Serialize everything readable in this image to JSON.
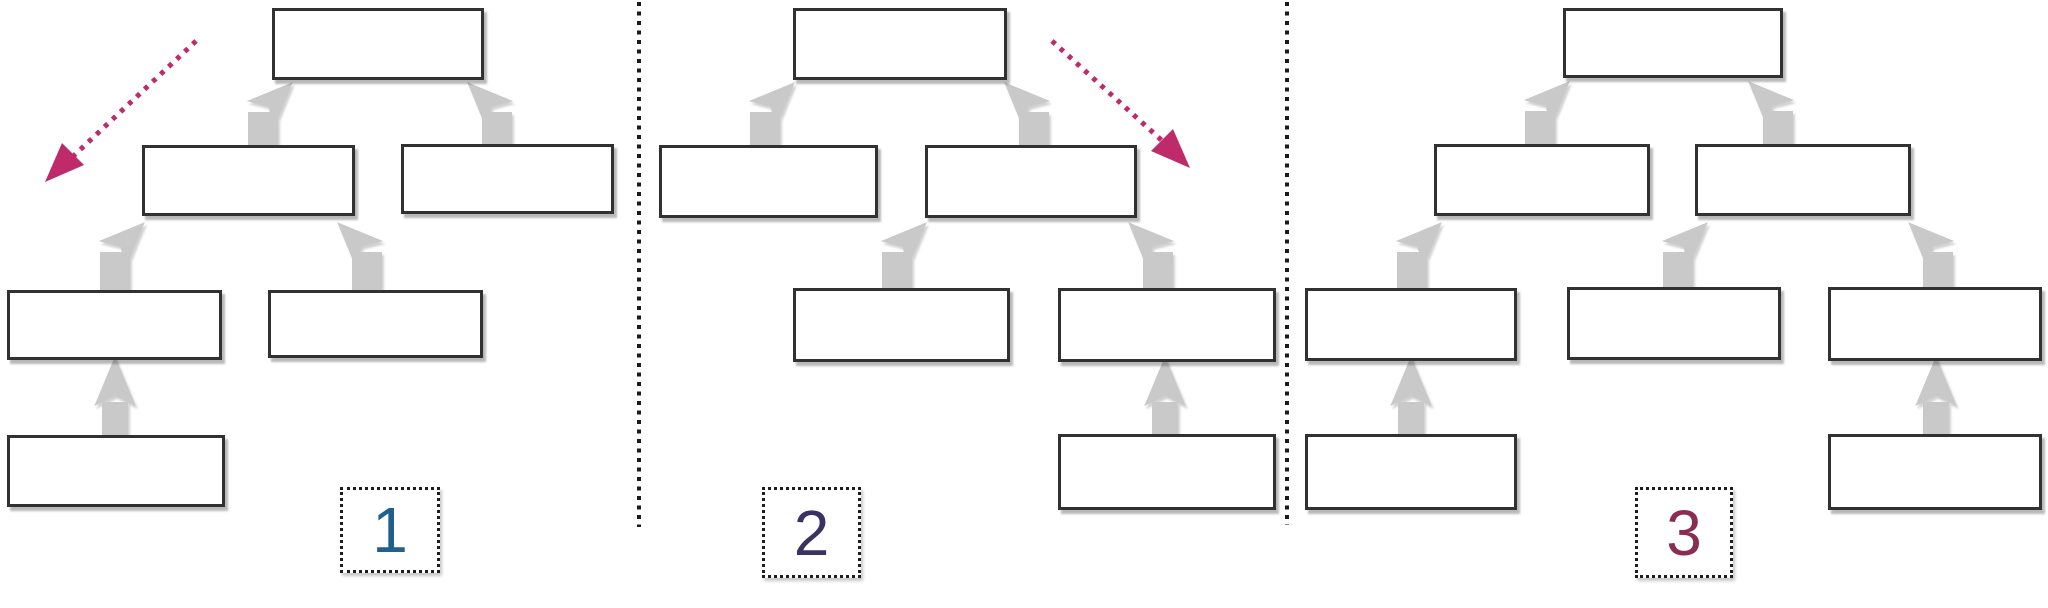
{
  "slide": {
    "description": "Three numbered tree diagrams of empty boxes connected by thick gray upward arrows, separated by dotted vertical divider lines",
    "background": "#ffffff"
  },
  "colors": {
    "connector_gray": "#C9C9C9",
    "box_fill": "#FFFFFF",
    "box_border": "#313131",
    "divider": "#1A1A1A",
    "annotation_arrow": "#BE2A6A",
    "label_border": "#1D1D1D"
  },
  "panels": [
    {
      "number": "1",
      "number_color": "#1F618C",
      "box_count": 6,
      "levels_top_to_bottom": [
        1,
        2,
        2,
        1
      ],
      "annotation_arrow": "dotted magenta arrow pointing down-left, upper-left of panel",
      "connections": [
        "mid-left -> top",
        "mid-right -> top",
        "low-left -> mid-left",
        "low-right -> mid-left",
        "bottom -> low-left"
      ]
    },
    {
      "number": "2",
      "number_color": "#3B3263",
      "box_count": 6,
      "levels_top_to_bottom": [
        1,
        2,
        2,
        1
      ],
      "annotation_arrow": "dotted magenta arrow pointing down-right, upper-right of panel",
      "connections": [
        "mid-left -> top",
        "mid-right -> top",
        "low-left -> mid-right",
        "low-right -> mid-right",
        "bottom -> low-right"
      ]
    },
    {
      "number": "3",
      "number_color": "#8A2D52",
      "box_count": 8,
      "levels_top_to_bottom": [
        1,
        2,
        3,
        2
      ],
      "annotation_arrow": null,
      "connections": [
        "mid-left -> top",
        "mid-right -> top",
        "low-left -> mid-left",
        "low-mid -> mid-right",
        "low-right -> mid-right",
        "bottom-left -> low-left",
        "bottom-right -> low-right"
      ]
    }
  ]
}
